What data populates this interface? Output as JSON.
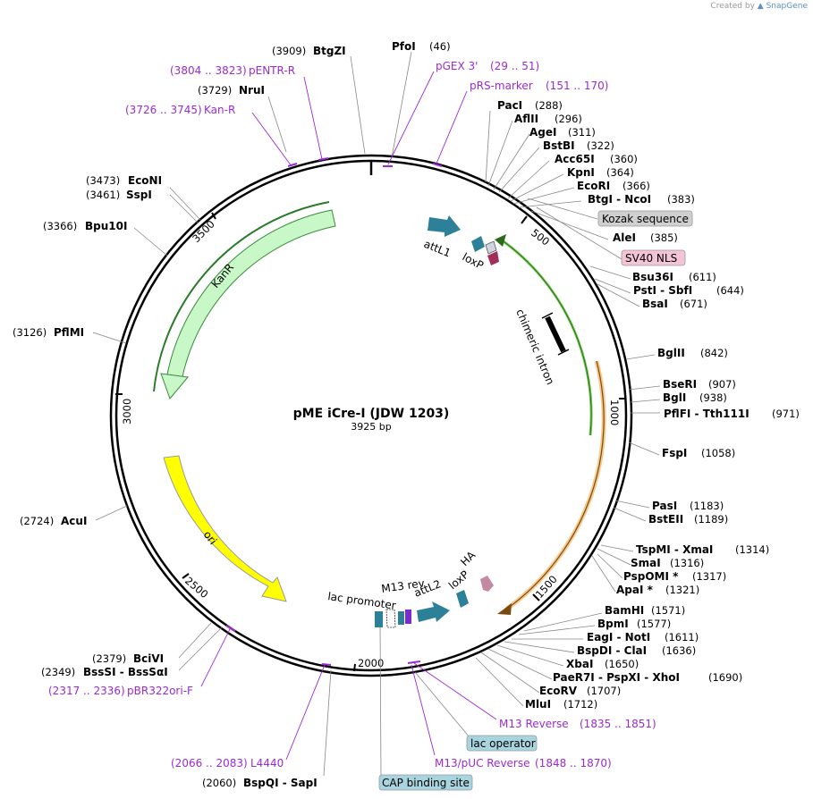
{
  "watermark": {
    "prefix": "Created by",
    "brand": "SnapGene"
  },
  "plasmid": {
    "name": "pME iCre-I (JDW 1203)",
    "size": "3925 bp"
  },
  "ticks": [
    {
      "label": "500",
      "at": 500
    },
    {
      "label": "1000",
      "at": 1000
    },
    {
      "label": "1500",
      "at": 1500
    },
    {
      "label": "2000",
      "at": 2000
    },
    {
      "label": "2500",
      "at": 2500
    },
    {
      "label": "3000",
      "at": 3000
    },
    {
      "label": "3500",
      "at": 3500
    }
  ],
  "features": [
    {
      "name": "attL1",
      "color": "#2c8198"
    },
    {
      "name": "loxP",
      "color": "#2c8198"
    },
    {
      "name": "chimeric intron",
      "color": "#000000"
    },
    {
      "name": "KanR",
      "color": "#c8f7c8"
    },
    {
      "name": "ori",
      "color": "#ffff00"
    },
    {
      "name": "M13 rev",
      "color": "#000000"
    },
    {
      "name": "lac promoter",
      "color": "#2c8198"
    },
    {
      "name": "attL2",
      "color": "#2c8198"
    },
    {
      "name": "loxP",
      "color": "#2c8198"
    },
    {
      "name": "HA",
      "color": "#c48aa4"
    }
  ],
  "boxed_labels": [
    {
      "text": "Kozak sequence",
      "color": "#d0d0d0"
    },
    {
      "text": "SV40 NLS",
      "color": "#f3c3d6"
    },
    {
      "text": "lac operator",
      "color": "#a8d4e0"
    },
    {
      "text": "CAP binding site",
      "color": "#a8d4e0"
    }
  ],
  "right_labels": [
    {
      "name": "PacI",
      "pos": "(288)"
    },
    {
      "name": "AflII",
      "pos": "(296)"
    },
    {
      "name": "AgeI",
      "pos": "(311)"
    },
    {
      "name": "BstBI",
      "pos": "(322)"
    },
    {
      "name": "Acc65I",
      "pos": "(360)"
    },
    {
      "name": "KpnI",
      "pos": "(364)"
    },
    {
      "name": "EcoRI",
      "pos": "(366)"
    },
    {
      "name": "BtgI - NcoI",
      "pos": "(383)"
    },
    {
      "name": "AleI",
      "pos": "(385)"
    },
    {
      "name": "Bsu36I",
      "pos": "(611)"
    },
    {
      "name": "PstI - SbfI",
      "pos": "(644)"
    },
    {
      "name": "BsaI",
      "pos": "(671)"
    },
    {
      "name": "BglII",
      "pos": "(842)"
    },
    {
      "name": "BseRI",
      "pos": "(907)"
    },
    {
      "name": "BglI",
      "pos": "(938)"
    },
    {
      "name": "PflFI - Tth111I",
      "pos": "(971)"
    },
    {
      "name": "FspI",
      "pos": "(1058)"
    },
    {
      "name": "PasI",
      "pos": "(1183)"
    },
    {
      "name": "BstEII",
      "pos": "(1189)"
    },
    {
      "name": "TspMI - XmaI",
      "pos": "(1314)"
    },
    {
      "name": "SmaI",
      "pos": "(1316)"
    },
    {
      "name": "PspOMI *",
      "pos": "(1317)"
    },
    {
      "name": "ApaI *",
      "pos": "(1321)"
    },
    {
      "name": "BamHI",
      "pos": "(1571)"
    },
    {
      "name": "BpmI",
      "pos": "(1577)"
    },
    {
      "name": "EagI - NotI",
      "pos": "(1611)"
    },
    {
      "name": "BspDI - ClaI",
      "pos": "(1636)"
    },
    {
      "name": "XbaI",
      "pos": "(1650)"
    },
    {
      "name": "PaeR7I - PspXI - XhoI",
      "pos": "(1690)"
    },
    {
      "name": "EcoRV",
      "pos": "(1707)"
    },
    {
      "name": "MluI",
      "pos": "(1712)"
    }
  ],
  "left_labels": [
    {
      "name": "BtgZI",
      "pos": "(3909)"
    },
    {
      "name": "NruI",
      "pos": "(3729)"
    },
    {
      "name": "EcoNI",
      "pos": "(3473)"
    },
    {
      "name": "SspI",
      "pos": "(3461)"
    },
    {
      "name": "Bpu10I",
      "pos": "(3366)"
    },
    {
      "name": "PflMI",
      "pos": "(3126)"
    },
    {
      "name": "AcuI",
      "pos": "(2724)"
    },
    {
      "name": "BciVI",
      "pos": "(2379)"
    },
    {
      "name": "BssSI - BssSαI",
      "pos": "(2349)"
    },
    {
      "name": "BspQI - SapI",
      "pos": "(2060)"
    }
  ],
  "top_labels": [
    {
      "name": "PfoI",
      "pos": "(46)"
    }
  ],
  "primers": [
    {
      "name": "pENTR-R",
      "range": "(3804 .. 3823)"
    },
    {
      "name": "Kan-R",
      "range": "(3726 .. 3745)"
    },
    {
      "name": "pGEX 3'",
      "range": "(29 .. 51)"
    },
    {
      "name": "pRS-marker",
      "range": "(151 .. 170)"
    },
    {
      "name": "M13 Reverse",
      "range": "(1835 .. 1851)"
    },
    {
      "name": "M13/pUC Reverse",
      "range": "(1848 .. 1870)"
    },
    {
      "name": "L4440",
      "range": "(2066 .. 2083)"
    },
    {
      "name": "pBR322ori-F",
      "range": "(2317 .. 2336)"
    }
  ]
}
